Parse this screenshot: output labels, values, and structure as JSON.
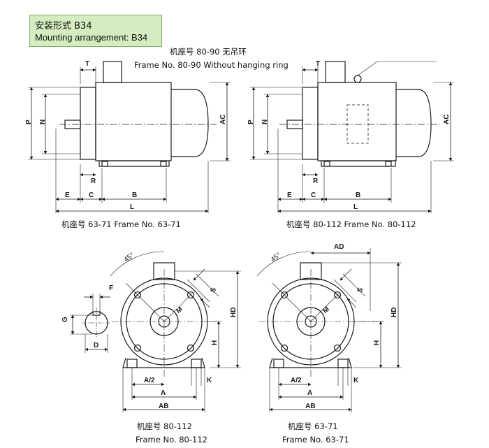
{
  "header": {
    "title_cn": "安装形式 B34",
    "title_en": "Mounting arrangement: B34"
  },
  "captions": {
    "top_note_cn": "机座号 80-90 无吊环",
    "top_note_en": "Frame No. 80-90 Without hanging ring",
    "side_left": "机座号 63-71   Frame No. 63-71",
    "side_right": "机座号 80-112   Frame No. 80-112",
    "end_left_cn": "机座号 80-112",
    "end_left_en": "Frame No. 80-112",
    "end_right_cn": "机座号 63-71",
    "end_right_en": "Frame No. 63-71"
  },
  "dimension_labels": {
    "T": "T",
    "P": "P",
    "N": "N",
    "AC": "AC",
    "R": "R",
    "E": "E",
    "C": "C",
    "B": "B",
    "L": "L",
    "angle": "45°",
    "S": "S",
    "M": "M",
    "HD": "HD",
    "H": "H",
    "A2": "A/2",
    "A": "A",
    "AB": "AB",
    "K": "K",
    "AD": "AD",
    "F": "F",
    "G": "G",
    "D": "D"
  },
  "colors": {
    "line": "#1a1a1a",
    "title_bg": "#d4edc0",
    "title_border": "#7fb069"
  }
}
